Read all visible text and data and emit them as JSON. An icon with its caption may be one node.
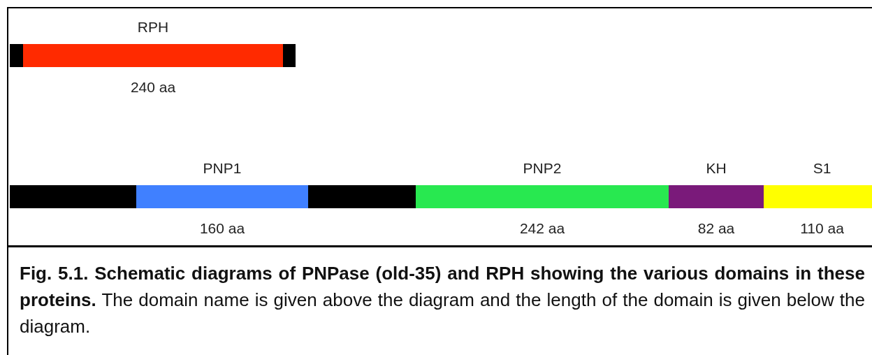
{
  "diagram": {
    "caption": "**Fig. 5.1. Schematic diagrams of PNPase (old-35) and RPH showing the various domains in these proteins.** The domain name is given above the diagram and the length of the domain is given below the diagram.",
    "nodes": [
      {
        "text": [],
        "shape": "bar"
      },
      {
        "text": [
          "RPH",
          "240 aa"
        ]
      },
      {
        "text": [],
        "shape": "bar"
      },
      {
        "text": [],
        "shape": "bar"
      },
      {
        "text": [
          "PNP1",
          "160 aa"
        ]
      },
      {
        "text": [],
        "shape": "bar"
      },
      {
        "text": [
          "PNP2",
          "242 aa"
        ]
      },
      {
        "text": [
          "KH",
          "82 aa"
        ]
      },
      {
        "text": [
          "S1",
          "110 aa"
        ]
      }
    ],
    "edges": []
  }
}
